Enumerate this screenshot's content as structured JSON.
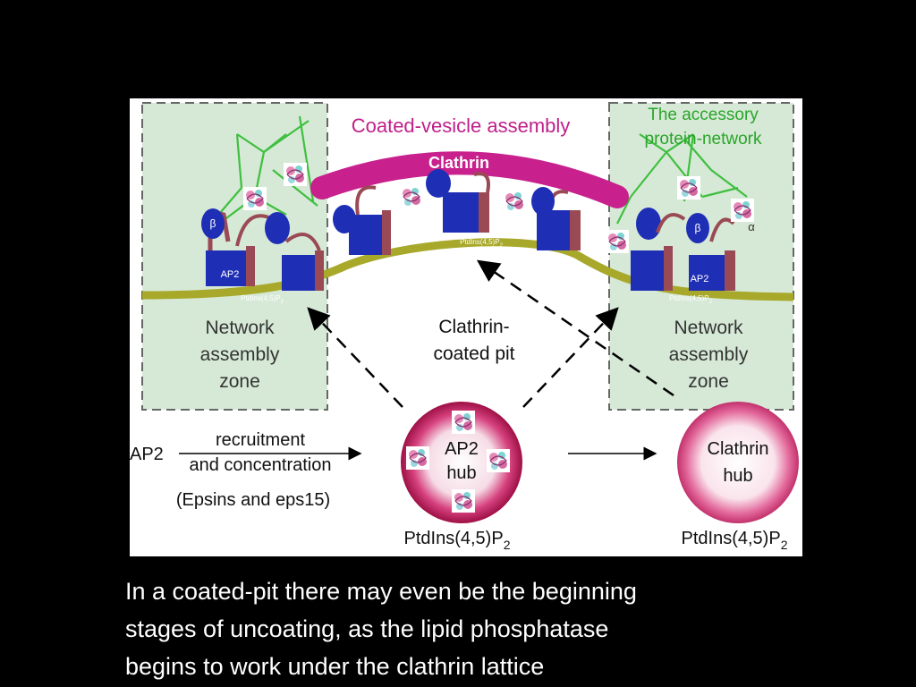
{
  "figure": {
    "title": "Coated-vesicle assembly",
    "clathrin_label": "Clathrin",
    "accessory_title_line1": "The accessory",
    "accessory_title_line2": "protein-network",
    "ap2_box_label": "AP2",
    "beta_label": "β",
    "alpha_label": "α",
    "lipid_small_label": "PtdIns(4,5)P",
    "lipid_small_sub": "2",
    "network_zone_line1": "Network",
    "network_zone_line2": "assembly",
    "network_zone_line3": "zone",
    "pit_line1": "Clathrin-",
    "pit_line2": "coated pit",
    "ap2_text": "AP2",
    "recruitment_line1": "recruitment",
    "recruitment_line2": "and concentration",
    "epsins": "(Epsins and eps15)",
    "ap2_hub_line1": "AP2",
    "ap2_hub_line2": "hub",
    "clathrin_hub_line1": "Clathrin",
    "clathrin_hub_line2": "hub",
    "lipid_label": "PtdIns(4,5)P",
    "lipid_sub": "2"
  },
  "caption": {
    "line1": "In a coated-pit there may even be the beginning",
    "line2": "stages of uncoating, as the lipid phosphatase",
    "line3": "begins to work under the clathrin lattice"
  },
  "colors": {
    "background": "#000000",
    "zone_fill": "#d6e9d6",
    "membrane": "#a8a82a",
    "clathrin": "#c8208c",
    "ap2_blue": "#1f2fb5",
    "ap2_brown": "#9a4a55",
    "network_green": "#3fbf3f",
    "hub_core": "#b01850",
    "accessory_text": "#2aa52a",
    "title_magenta": "#c0208a"
  },
  "icons": [
    "ap2-adaptor-icon",
    "protein-structure-icon",
    "arrow-icon"
  ]
}
